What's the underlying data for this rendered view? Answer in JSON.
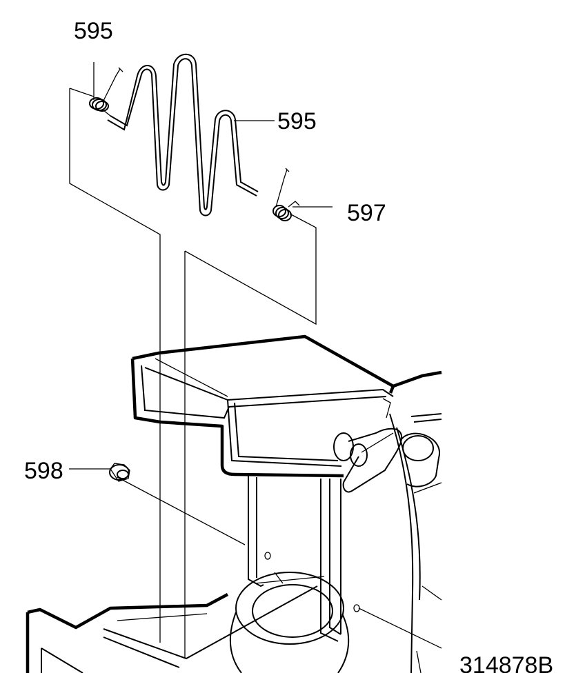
{
  "callouts": {
    "spring_top": "595",
    "spring_rod": "595",
    "torsion_spring": "597",
    "nut": "598"
  },
  "drawing_number": "314878B",
  "colors": {
    "ink": "#000000",
    "paper": "#ffffff"
  }
}
